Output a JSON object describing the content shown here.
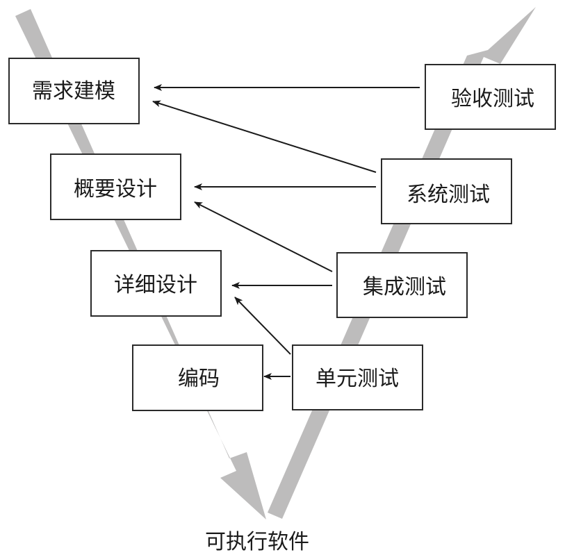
{
  "diagram": {
    "type": "V-model",
    "colors": {
      "band": "#bdbcbc",
      "box_border": "#2a2a2a",
      "arrow": "#1a1a1a"
    },
    "left_branch": [
      {
        "id": "req",
        "label": "需求建模"
      },
      {
        "id": "hld",
        "label": "概要设计"
      },
      {
        "id": "lld",
        "label": "详细设计"
      },
      {
        "id": "code",
        "label": "编码"
      }
    ],
    "right_branch": [
      {
        "id": "accept",
        "label": "验收测试"
      },
      {
        "id": "system",
        "label": "系统测试"
      },
      {
        "id": "integ",
        "label": "集成测试"
      },
      {
        "id": "unit",
        "label": "单元测试"
      }
    ],
    "links": [
      {
        "from": "accept",
        "to": "req"
      },
      {
        "from": "system",
        "to": "req"
      },
      {
        "from": "system",
        "to": "hld"
      },
      {
        "from": "integ",
        "to": "hld"
      },
      {
        "from": "integ",
        "to": "lld"
      },
      {
        "from": "unit",
        "to": "lld"
      },
      {
        "from": "unit",
        "to": "code"
      }
    ],
    "bottom_label": "可执行软件"
  }
}
